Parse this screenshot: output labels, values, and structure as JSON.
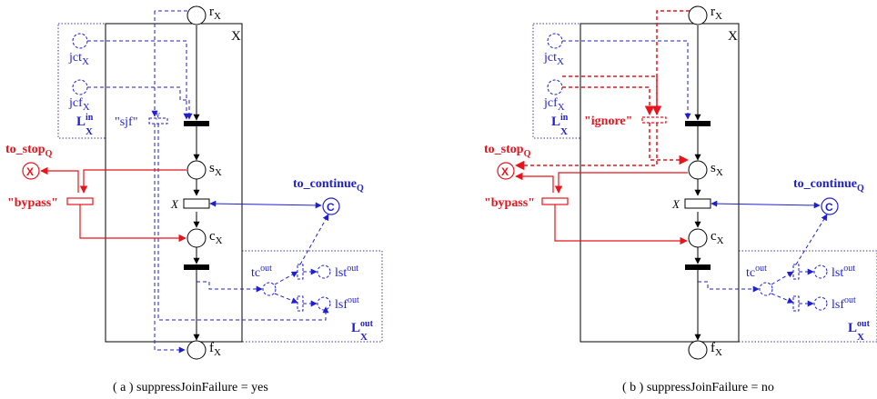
{
  "colors": {
    "black": "#000000",
    "red": "#e8141c",
    "blue": "#1f1fd2",
    "grid_dot": "#3a3aa0"
  },
  "panels": [
    {
      "id": "a",
      "caption": "( a )  suppressJoinFailure = yes",
      "box_label": "X",
      "place_r": "r",
      "place_s": "s",
      "place_c": "c",
      "place_f": "f",
      "subscript_x": "X",
      "jct": "jct",
      "jcf": "jcf",
      "lin_main": "L",
      "lin_sup": "in",
      "lin_sub": "X",
      "lout_main": "L",
      "lout_sup": "out",
      "lout_sub": "X",
      "to_stop_main": "to_stop",
      "to_stop_sub": "Q",
      "to_continue_main": "to_continue",
      "to_continue_sub": "Q",
      "stop_glyph": "X",
      "continue_glyph": "C",
      "bypass": "\"bypass\"",
      "transition_x": "X",
      "tc": "tc",
      "tc_sup": "out",
      "lst": "lst",
      "lst_sup": "out",
      "lsf": "lsf",
      "lsf_sup": "out",
      "sjf_label": "\"sjf\"",
      "sjf_small": "y"
    },
    {
      "id": "b",
      "caption": "( b )  suppressJoinFailure = no",
      "box_label": "X",
      "place_r": "r",
      "place_s": "s",
      "place_c": "c",
      "place_f": "f",
      "subscript_x": "X",
      "jct": "jct",
      "jcf": "jcf",
      "lin_main": "L",
      "lin_sup": "in",
      "lin_sub": "X",
      "lout_main": "L",
      "lout_sup": "out",
      "lout_sub": "X",
      "to_stop_main": "to_stop",
      "to_stop_sub": "Q",
      "to_continue_main": "to_continue",
      "to_continue_sub": "Q",
      "stop_glyph": "X",
      "continue_glyph": "C",
      "bypass": "\"bypass\"",
      "transition_x": "X",
      "tc": "tc",
      "tc_sup": "out",
      "lst": "lst",
      "lst_sup": "out",
      "lsf": "lsf",
      "lsf_sup": "out",
      "ignore_label": "\"ignore\""
    }
  ]
}
